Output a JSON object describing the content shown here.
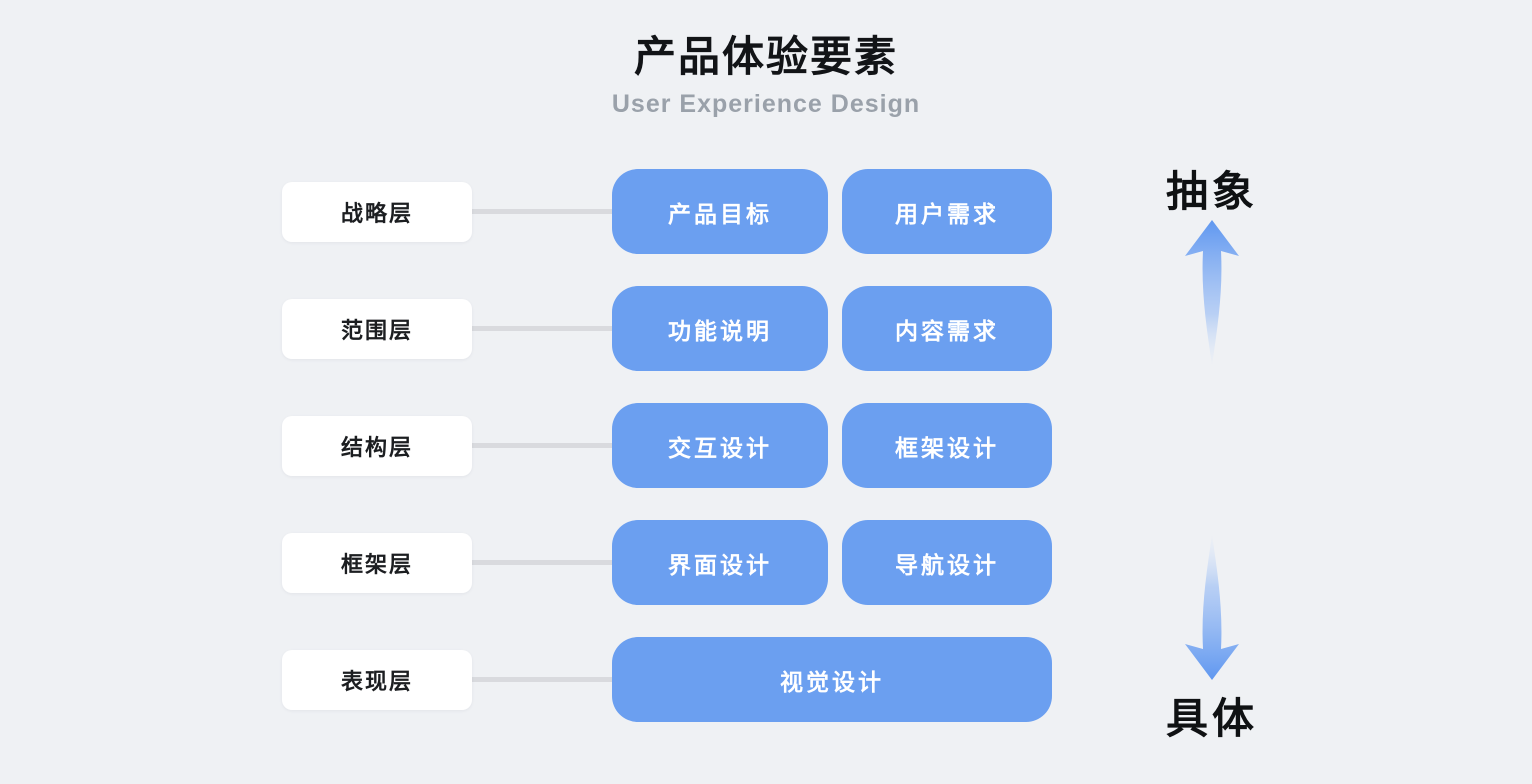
{
  "header": {
    "title": "产品体验要素",
    "subtitle": "User Experience Design"
  },
  "rows": [
    {
      "label": "战略层",
      "cells": [
        "产品目标",
        "用户需求"
      ]
    },
    {
      "label": "范围层",
      "cells": [
        "功能说明",
        "内容需求"
      ]
    },
    {
      "label": "结构层",
      "cells": [
        "交互设计",
        "框架设计"
      ]
    },
    {
      "label": "框架层",
      "cells": [
        "界面设计",
        "导航设计"
      ]
    },
    {
      "label": "表现层",
      "cells": [
        "视觉设计"
      ]
    }
  ],
  "axis": {
    "top_label": "抽象",
    "bottom_label": "具体"
  },
  "colors": {
    "background": "#eff1f4",
    "card_blue": "#6b9ff0",
    "label_background": "#ffffff",
    "connector_gray": "#d9dade",
    "subtitle_gray": "#9aa1aa",
    "title_black": "#121417"
  }
}
